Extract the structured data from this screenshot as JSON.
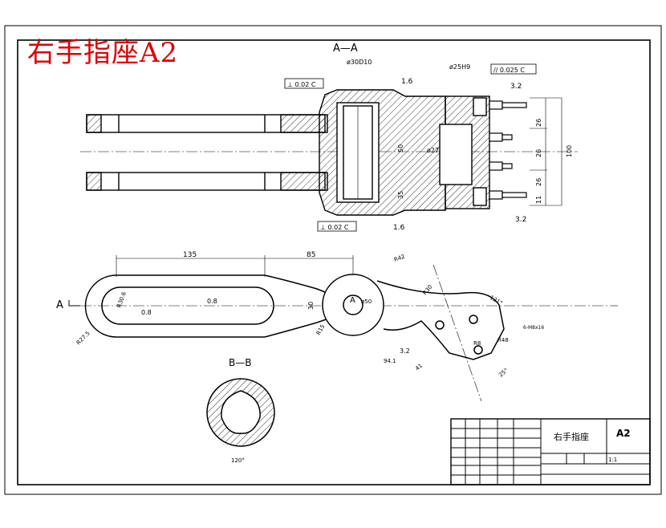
{
  "drawing_title": "右手指座A2",
  "views": {
    "section_aa": "A—A",
    "section_bb": "B—B",
    "view_arrow_a_left": "A",
    "view_arrow_a_center": "A"
  },
  "dimensions": {
    "len_135": "135",
    "len_85": "85",
    "dia_30d10": "ø30D10",
    "dia_25h9": "ø25H9",
    "dia_27": "ø27",
    "dia_50": "ø50",
    "dia_26": "26",
    "dia_100": "100",
    "dim_50": "50",
    "dim_35": "35",
    "dim_11": "11",
    "r42": "R42",
    "r48": "R48",
    "r15": "R15",
    "r30": "R30",
    "r8": "R8",
    "r27_5": "R27.5",
    "r30_6": "R30.6",
    "dim_30": "30",
    "dim_94": "94.1",
    "dim_41": "41",
    "dim_121": "121°",
    "dim_25": "25°",
    "dim_120": "120°",
    "thread": "6-M8x16",
    "rough_1_6": "1.6",
    "rough_0_8": "0.8",
    "rough_3_2": "3.2"
  },
  "tolerances": {
    "perp_top": "⊥ 0.02 C",
    "perp_bottom": "⊥ 0.02 C",
    "parallel": "// 0.025 C"
  },
  "title_block": {
    "part_name": "右手指座",
    "sheet_size": "A2",
    "scale": "1:1"
  }
}
